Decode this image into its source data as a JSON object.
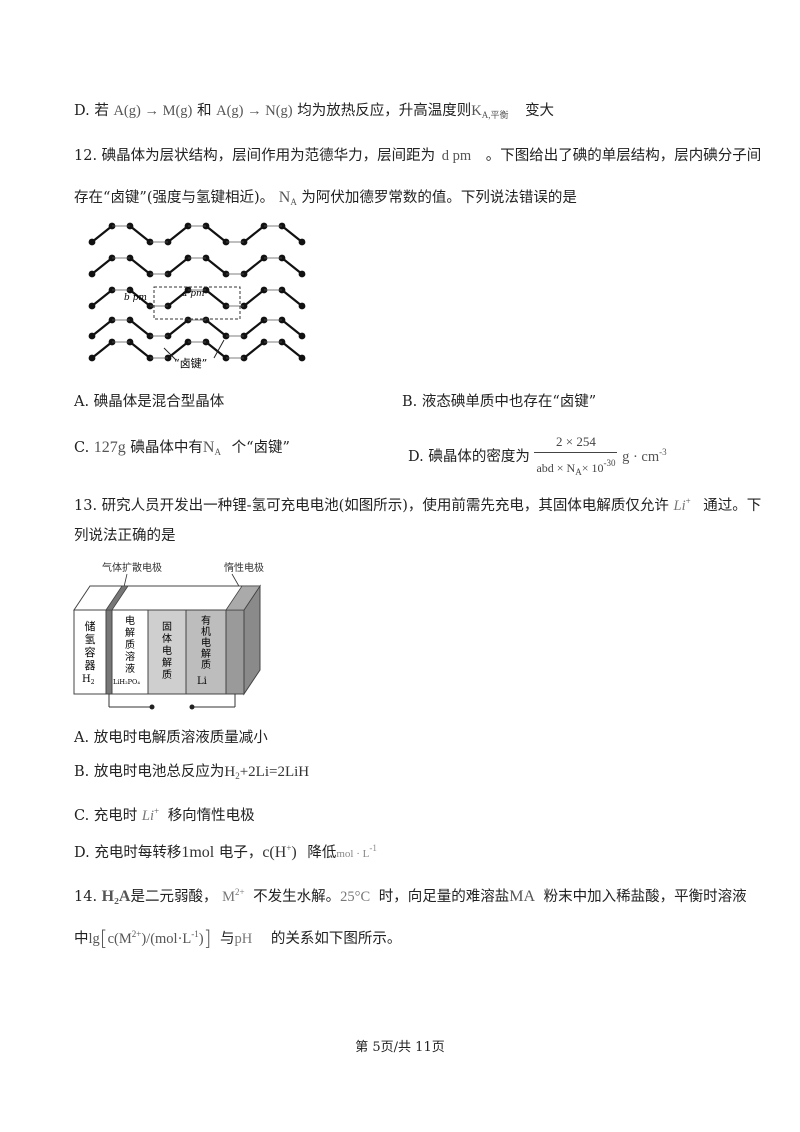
{
  "q11d": {
    "label": "D. 若",
    "r1": "A(g) → M(g)",
    "and": "和",
    "r2": "A(g) → N(g)",
    "mid": "均为放热反应，升高温度则",
    "k": "K",
    "k_sub": "A,平衡",
    "end": "变大"
  },
  "q12": {
    "line1_a": "12. 碘晶体为层状结构，层间作用为范德华力，层间距为",
    "line1_unit": "d pm",
    "line1_b": "。下图给出了碘的单层结构，层内碘分子间",
    "line2_a": "存在“卤键”(强度与氢键相近)。",
    "na": "N",
    "na_sub": "A",
    "line2_b": "为阿伏加德罗常数的值。下列说法错误的是",
    "fig_b": "b pm",
    "fig_a": "a pm",
    "fig_halogen": "“卤键”",
    "optA": "A. 碘晶体是混合型晶体",
    "optB": "B. 液态碘单质中也存在“卤键”",
    "optC_a": "C.",
    "optC_mass": "127g",
    "optC_b": "碘晶体中有",
    "optC_na": "N",
    "optC_na_sub": "A",
    "optC_c": "个“卤键”",
    "optD_a": "D. 碘晶体的密度为",
    "optD_num": "2 × 254",
    "optD_den": "abd × N",
    "optD_den_sub": "A",
    "optD_den_tail": "× 10",
    "optD_den_exp": "-30",
    "optD_unit": "g · cm",
    "optD_unit_exp": "-3"
  },
  "q13": {
    "line1_a": "13. 研究人员开发出一种锂-氢可充电电池(如图所示)，使用前需先充电，其固体电解质仅允许",
    "li": "Li",
    "li_sup": "+",
    "line1_b": "通过。下",
    "line2": "列说法正确的是",
    "fig_gas_electrode": "气体扩散电极",
    "fig_inert_electrode": "惰性电极",
    "fig_c1": [
      "储",
      "氢",
      "容",
      "器"
    ],
    "fig_c1_h2": "H",
    "fig_c1_h2_sub": "2",
    "fig_c2": [
      "电",
      "解",
      "质",
      "溶",
      "液"
    ],
    "fig_c2_formula": "LiH₂PO₄",
    "fig_c3": [
      "固",
      "体",
      "电",
      "解",
      "质"
    ],
    "fig_c4": [
      "有",
      "机",
      "电",
      "解",
      "质"
    ],
    "fig_c4_li": "Li",
    "optA": "A. 放电时电解质溶液质量减小",
    "optB_a": "B. 放电时电池总反应为",
    "optB_eq": "H",
    "optB_eq_sub": "2",
    "optB_eq_tail": "+2Li=2LiH",
    "optC_a": "C. 充电时",
    "optC_li": "Li",
    "optC_li_sup": "+",
    "optC_b": "移向惰性电极",
    "optD_a": "D. 充电时每转移",
    "optD_mol": "1mol",
    "optD_b": "电子，",
    "optD_c": "c(H",
    "optD_c_sup": "+",
    "optD_c_end": ")",
    "optD_d": "降低",
    "optD_unit": "mol · L",
    "optD_unit_exp": "-1"
  },
  "q14": {
    "num": "14.",
    "h2a": "H₂A",
    "line1_a": "是二元弱酸，",
    "m2": "M",
    "m2_sup": "2+",
    "line1_b": "不发生水解。",
    "temp": "25°C",
    "line1_c": "时，向足量的难溶盐",
    "ma": "MA",
    "line1_d": "粉末中加入稀盐酸，平衡时溶液",
    "line2_a": "中",
    "lg": "lg",
    "lg_inner": "c(M",
    "lg_inner_sup": "2+",
    "lg_inner_tail": ")/(mol·L",
    "lg_inner_exp": "-1",
    "lg_inner_end": ")",
    "line2_b": "与",
    "ph": "pH",
    "line2_c": "的关系如下图所示。"
  },
  "footer": {
    "text": "第 5页/共 11页"
  }
}
